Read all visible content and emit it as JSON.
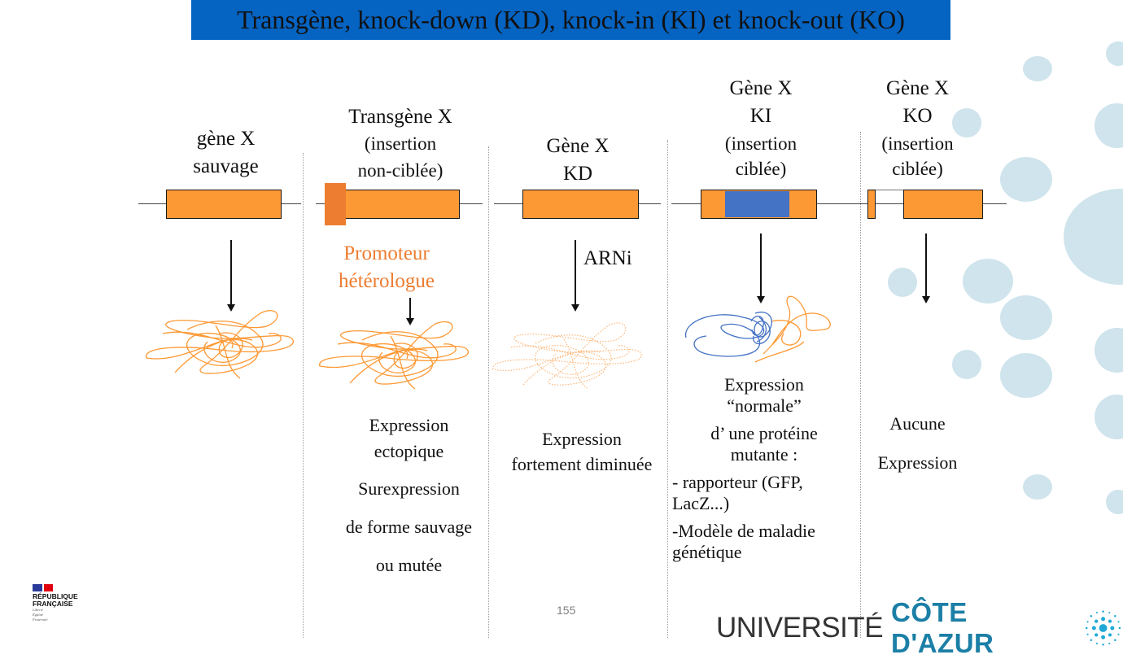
{
  "slide": {
    "title": "Transgène, knock-down (KD), knock-in (KI) et knock-out (KO)",
    "page_number": "155",
    "colors": {
      "title_bar": "#0563c1",
      "exon_orange": "#fd9935",
      "promoter_orange": "#ed7d31",
      "insert_blue": "#4472c4",
      "bubble": "#cfe4ec",
      "ucа_blue": "#1b8ab0"
    }
  },
  "columns": [
    {
      "id": "wild-type",
      "header": [
        "gène X",
        "sauvage"
      ],
      "description": []
    },
    {
      "id": "transgene",
      "header": [
        "Transgène X",
        "(insertion",
        "non-ciblée)"
      ],
      "promoter_label": [
        "Promoteur",
        "hétérologue"
      ],
      "description": [
        "Expression",
        "ectopique",
        "Surexpression",
        "de forme sauvage",
        "ou mutée"
      ]
    },
    {
      "id": "knock-down",
      "header": [
        "Gène X",
        "KD"
      ],
      "arrow_label": "ARNi",
      "description": [
        "Expression",
        "fortement diminuée"
      ]
    },
    {
      "id": "knock-in",
      "header": [
        "Gène X",
        "KI",
        "(insertion",
        "ciblée)"
      ],
      "description": [
        "Expression",
        "“normale”",
        "d’ une protéine",
        "mutante :",
        " - rapporteur (GFP,",
        "LacZ...)",
        "-Modèle de maladie",
        "génétique"
      ]
    },
    {
      "id": "knock-out",
      "header": [
        "Gène X",
        "KO",
        "(insertion",
        "ciblée)"
      ],
      "description": [
        "Aucune",
        "Expression"
      ]
    }
  ],
  "logos": {
    "republique": {
      "line1": "RÉPUBLIQUE",
      "line2": "FRANÇAISE",
      "motto": [
        "Liberté",
        "Égalité",
        "Fraternité"
      ]
    },
    "university": {
      "part1": "UNIVERSITÉ",
      "part2": "CÔTE D'AZUR"
    }
  }
}
